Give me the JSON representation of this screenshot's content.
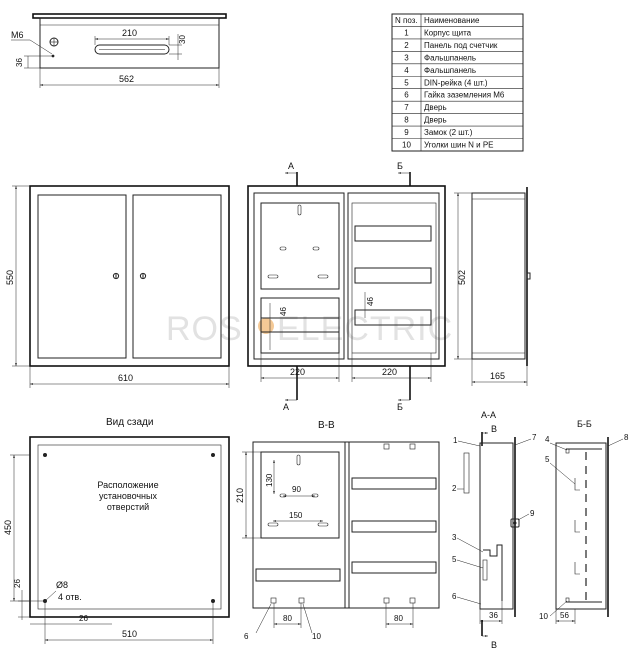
{
  "table": {
    "header": {
      "num": "N поз.",
      "name": "Наименование"
    },
    "rows": [
      {
        "num": "1",
        "name": "Корпус щита"
      },
      {
        "num": "2",
        "name": "Панель под счетчик"
      },
      {
        "num": "3",
        "name": "Фальшпанель"
      },
      {
        "num": "4",
        "name": "Фальшпанель"
      },
      {
        "num": "5",
        "name": "DIN-рейка (4 шт.)"
      },
      {
        "num": "6",
        "name": "Гайка заземления М6"
      },
      {
        "num": "7",
        "name": "Дверь"
      },
      {
        "num": "8",
        "name": "Дверь"
      },
      {
        "num": "9",
        "name": "Замок (2 шт.)"
      },
      {
        "num": "10",
        "name": "Уголки шин N и PE"
      }
    ]
  },
  "top_view": {
    "m6": "М6",
    "d36": "36",
    "d210": "210",
    "d30": "30",
    "d562": "562"
  },
  "front_view": {
    "d550": "550",
    "d610": "610"
  },
  "open_view": {
    "sec_a": "А",
    "sec_b": "Б",
    "d46a": "46",
    "d46b": "46",
    "d220a": "220",
    "d220b": "220"
  },
  "side_view": {
    "d502": "502",
    "d165": "165"
  },
  "back_view": {
    "title": "Вид сзади",
    "note": "Расположение\nустановочных\nотверстий",
    "d450": "450",
    "d26a": "26",
    "d26b": "26",
    "hole": "Ø8",
    "holes": "4 отв.",
    "d510": "510"
  },
  "vv_view": {
    "title": "В-В",
    "d210": "210",
    "d130": "130",
    "d90": "90",
    "d150": "150",
    "d80a": "80",
    "d80b": "80",
    "p6": "6",
    "p10": "10"
  },
  "aa_view": {
    "title": "А-А",
    "sec_v": "В",
    "p1": "1",
    "p2": "2",
    "p3": "3",
    "p5": "5",
    "p6": "6",
    "p7": "7",
    "p9": "9",
    "d36": "36"
  },
  "bb_view": {
    "title": "Б-Б",
    "p4": "4",
    "p5": "5",
    "p8": "8",
    "p10": "10",
    "d56": "56"
  },
  "watermark": {
    "left": "ROS",
    "right": "ELECTRIC"
  }
}
